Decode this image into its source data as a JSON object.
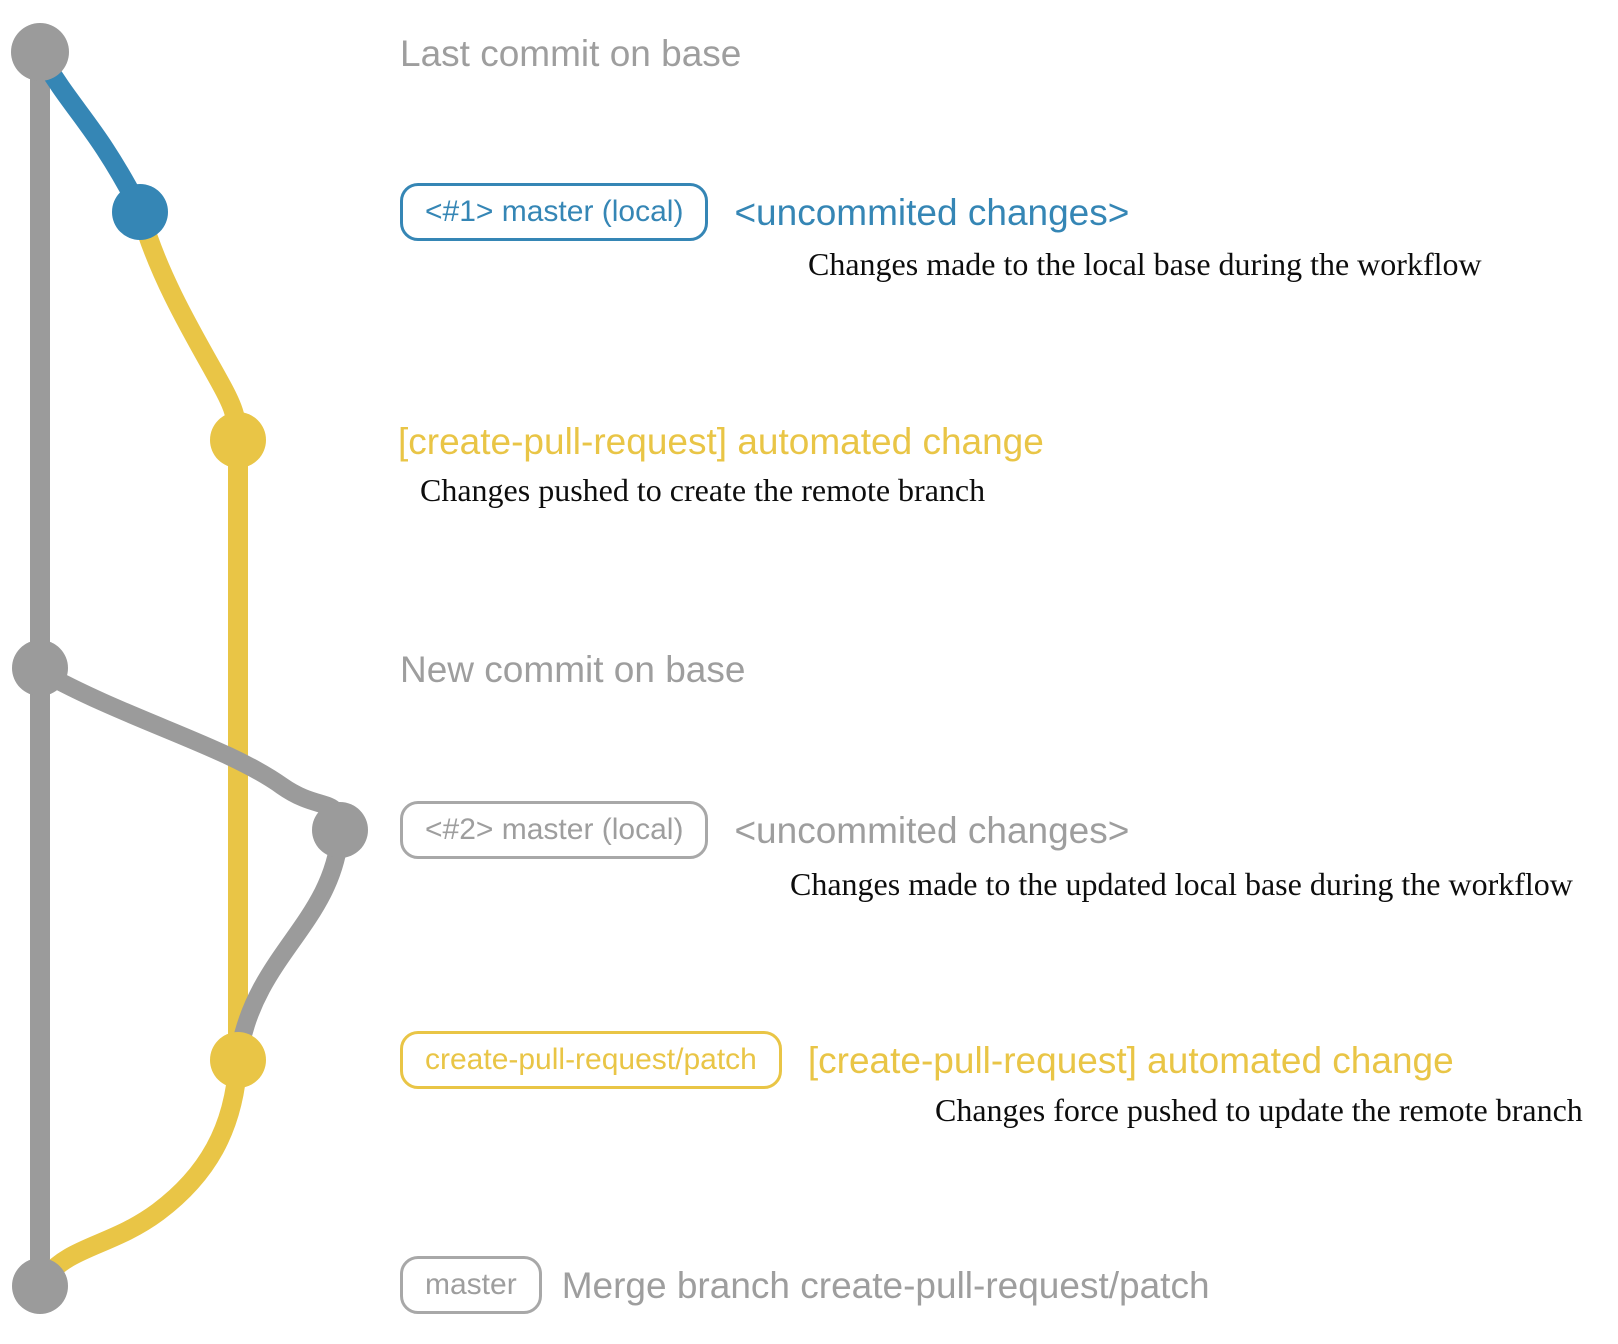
{
  "palette": {
    "base_gray": "#9b9b9b",
    "label_gray": "#9e9e9e",
    "badge_border_gray": "#a8a8a8",
    "local_blue": "#3586b5",
    "remote_yellow": "#e9c546",
    "description_black": "#0d0d0d"
  },
  "rows": {
    "last_commit": {
      "title": "Last commit on base"
    },
    "commit1": {
      "badge": "<#1> master (local)",
      "message": "<uncommited changes>",
      "description": "Changes made to the local base during the workflow"
    },
    "push1": {
      "message": "[create-pull-request] automated change",
      "description": "Changes pushed to create the remote branch"
    },
    "new_commit": {
      "title": "New commit on base"
    },
    "commit2": {
      "badge": "<#2> master (local)",
      "message": "<uncommited changes>",
      "description": "Changes made to the updated local base during the workflow"
    },
    "push2": {
      "badge": "create-pull-request/patch",
      "message": "[create-pull-request] automated change",
      "description": "Changes force pushed to update the remote branch"
    },
    "merge": {
      "badge": "master",
      "message": "Merge branch create-pull-request/patch"
    }
  },
  "graph": {
    "branches": [
      {
        "name": "base",
        "color": "#9b9b9b"
      },
      {
        "name": "master (local)",
        "color": "#3586b5"
      },
      {
        "name": "create-pull-request/patch",
        "color": "#e9c546"
      }
    ],
    "commits": [
      {
        "id": "last-commit-on-base",
        "branch": "base",
        "color": "#9b9b9b"
      },
      {
        "id": "uncommitted-changes-1",
        "branch": "master (local)",
        "color": "#3586b5"
      },
      {
        "id": "automated-change-1",
        "branch": "create-pull-request/patch",
        "color": "#e9c546"
      },
      {
        "id": "new-commit-on-base",
        "branch": "base",
        "color": "#9b9b9b"
      },
      {
        "id": "uncommitted-changes-2",
        "branch": "master (local)",
        "color": "#9b9b9b"
      },
      {
        "id": "automated-change-2",
        "branch": "create-pull-request/patch",
        "color": "#e9c546"
      },
      {
        "id": "merge-commit",
        "branch": "base",
        "color": "#9b9b9b"
      }
    ]
  }
}
